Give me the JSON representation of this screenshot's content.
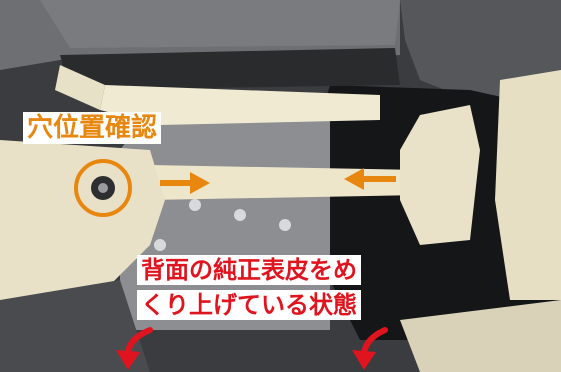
{
  "annotations": {
    "hole_check": "穴位置確認",
    "caption_line1": "背面の純正表皮をめ",
    "caption_line2": "くり上げている状態"
  },
  "colors": {
    "orange_accent": "#e8870f",
    "red_accent": "#e0141e",
    "label_background": "#ffffff"
  },
  "icons": {
    "circle_marker": "circle-outline",
    "arrow_right": "arrow-right",
    "arrow_left": "arrow-left",
    "curved_arrows": "curved-arrow-down"
  }
}
